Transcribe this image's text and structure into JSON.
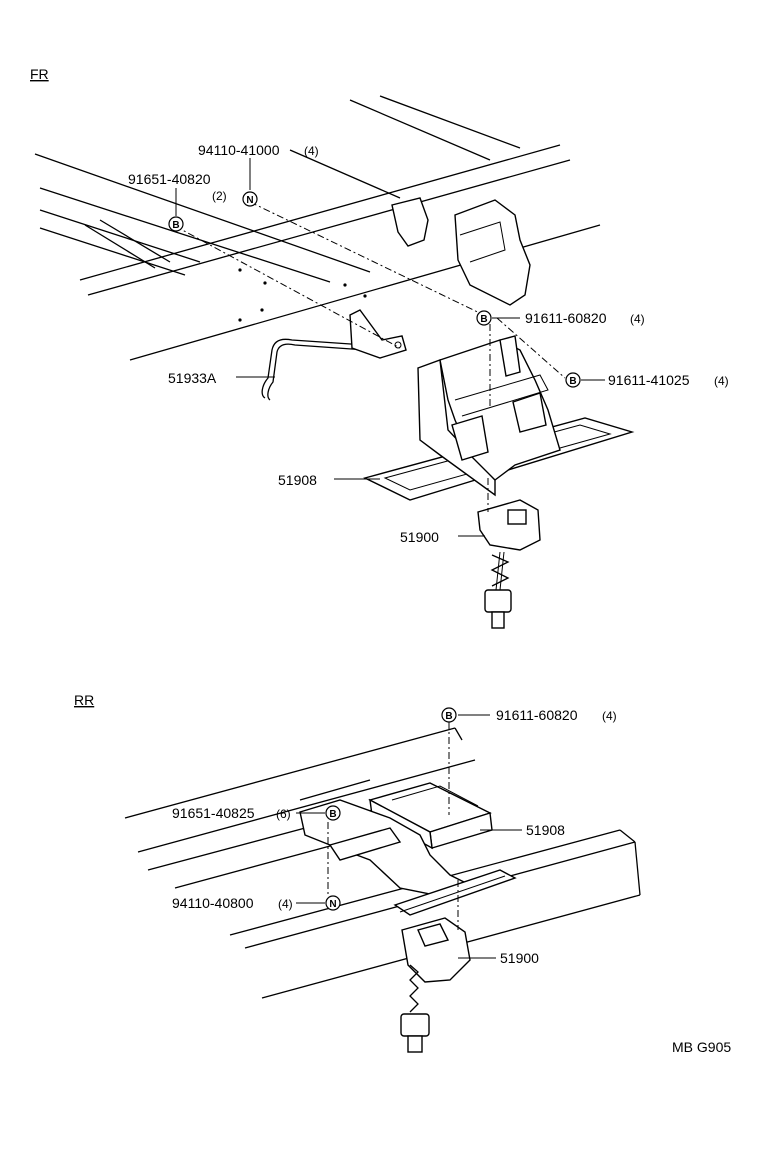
{
  "sections": {
    "front": "FR",
    "rear": "RR"
  },
  "front_callouts": {
    "c1": {
      "part": "94110-41000",
      "qty": "(4)",
      "symbol": "N"
    },
    "c2": {
      "part": "91651-40820",
      "qty": "(2)",
      "symbol": "B"
    },
    "c3": {
      "part": "91611-60820",
      "qty": "(4)",
      "symbol": "B"
    },
    "c4": {
      "part": "91611-41025",
      "qty": "(4)",
      "symbol": "B"
    },
    "c5": {
      "part": "51933A"
    },
    "c6": {
      "part": "51908"
    },
    "c7": {
      "part": "51900"
    }
  },
  "rear_callouts": {
    "c1": {
      "part": "91611-60820",
      "qty": "(4)",
      "symbol": "B"
    },
    "c2": {
      "part": "91651-40825",
      "qty": "(6)",
      "symbol": "B"
    },
    "c3": {
      "part": "51908"
    },
    "c4": {
      "part": "94110-40800",
      "qty": "(4)",
      "symbol": "N"
    },
    "c5": {
      "part": "51900"
    }
  },
  "diagram_code": "MB G905"
}
